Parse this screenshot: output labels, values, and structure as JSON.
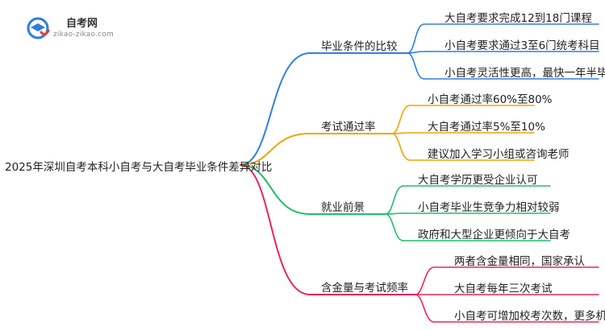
{
  "logo": {
    "name": "自考网",
    "url": "zikao-zikao.com",
    "icon": "graduation-cap-icon",
    "colors": {
      "ring": "#2a7ee0",
      "accent": "#e83a3a"
    }
  },
  "mindmap": {
    "root": "2025年深圳自考本科小自考与大自考毕业条件差异对比",
    "branches": [
      {
        "label": "毕业条件的比较",
        "color": "#2f7fe6",
        "leaves": [
          "大自考要求完成12到18门课程",
          "小自考要求通过3至6门统考科目",
          "小自考灵活性更高，最快一年半毕业"
        ]
      },
      {
        "label": "考试通过率",
        "color": "#f0a500",
        "leaves": [
          "小自考通过率60%至80%",
          "大自考通过率5%至10%",
          "建议加入学习小组或咨询老师"
        ]
      },
      {
        "label": "就业前景",
        "color": "#1fbf6a",
        "leaves": [
          "大自考学历更受企业认可",
          "小自考毕业生竞争力相对较弱",
          "政府和大型企业更倾向于大自考"
        ]
      },
      {
        "label": "含金量与考试频率",
        "color": "#e8265e",
        "leaves": [
          "两者含金量相同，国家承认",
          "大自考每年三次考试",
          "小自考可增加校考次数，更多机会"
        ]
      }
    ]
  }
}
